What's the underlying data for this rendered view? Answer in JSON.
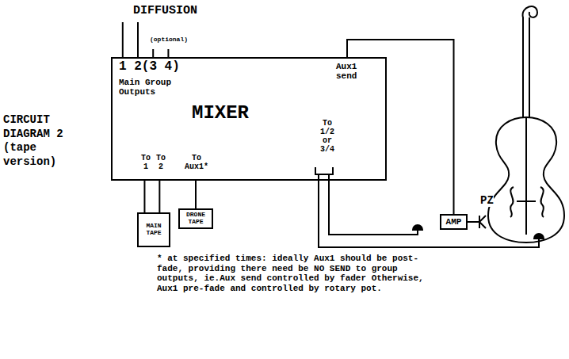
{
  "diagram": {
    "nodes": [
      {
        "text": [
          "1 2(3 4)",
          "Main Group Outputs",
          "MIXER",
          "Aux1 send",
          "To 1/2 or 3/4",
          "To 1",
          "To 2",
          "To Aux1*"
        ]
      },
      {
        "text": [
          "MAIN TAPE"
        ]
      },
      {
        "text": [
          "DRONE TAPE"
        ]
      },
      {
        "text": [
          "AMP"
        ]
      }
    ],
    "edges": [
      {
        "from": 1,
        "to": 0,
        "arrow": "none"
      },
      {
        "from": 1,
        "to": 0,
        "arrow": "none"
      },
      {
        "from": 2,
        "to": 0,
        "arrow": "none"
      },
      {
        "from": 0,
        "to": 3,
        "arrow": "none"
      }
    ],
    "labels": [
      "DIFFUSION",
      "(optional)",
      "CIRCUIT DIAGRAM 2 (tape version)",
      "PZ",
      "* at specified times: ideally Aux1 should be post-fade, providing there need be NO SEND to group outputs, ie.Aux send controlled by fader Otherwise, Aux1 pre-fade and controlled by rotary pot."
    ]
  }
}
